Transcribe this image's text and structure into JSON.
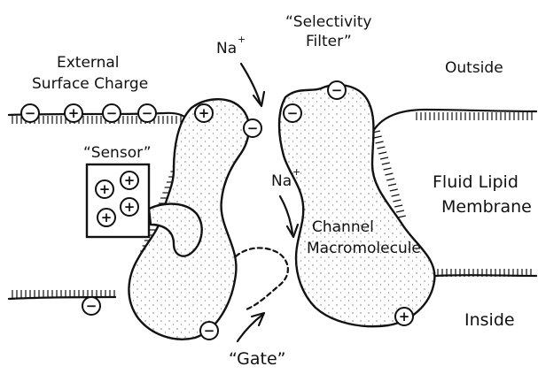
{
  "labels": {
    "selectivity_filter": [
      "“Selectivity",
      "Filter”"
    ],
    "na_top": "Na",
    "na_mid": "Na",
    "superscript_plus": "+",
    "external_surface_charge": [
      "External",
      "Surface Charge"
    ],
    "outside": "Outside",
    "sensor": "“Sensor”",
    "fluid_lipid_membrane": [
      "Fluid Lipid",
      "Membrane"
    ],
    "channel_macromolecule": [
      "Channel",
      "Macromolecule"
    ],
    "inside": "Inside",
    "gate": "“Gate”"
  },
  "charge_symbols": {
    "negative": "−",
    "positive": "+"
  },
  "ink_color": "#111111"
}
